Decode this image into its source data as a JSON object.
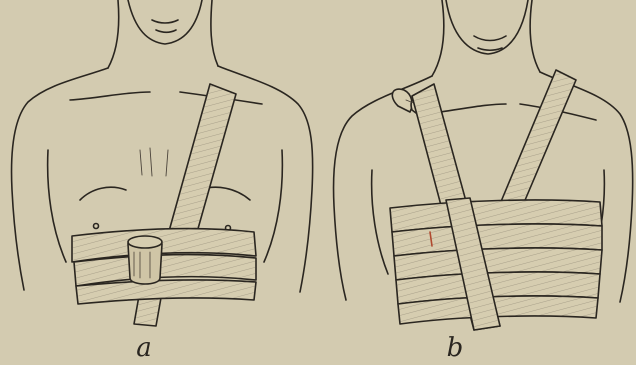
{
  "figure": {
    "panels": [
      {
        "id": "a",
        "caption": "a",
        "illustration": "chest-bandage-with-compress-and-shoulder-strap"
      },
      {
        "id": "b",
        "caption": "b",
        "illustration": "spiral-chest-bandage-with-shoulder-strap-tied"
      }
    ],
    "colors": {
      "paper": "#d3cbb0",
      "ink": "#2a2620",
      "shade": "#4a433a",
      "skin": "#d3cbb0",
      "bandage": "#d6cdb0",
      "stain": "#b04a30"
    }
  }
}
